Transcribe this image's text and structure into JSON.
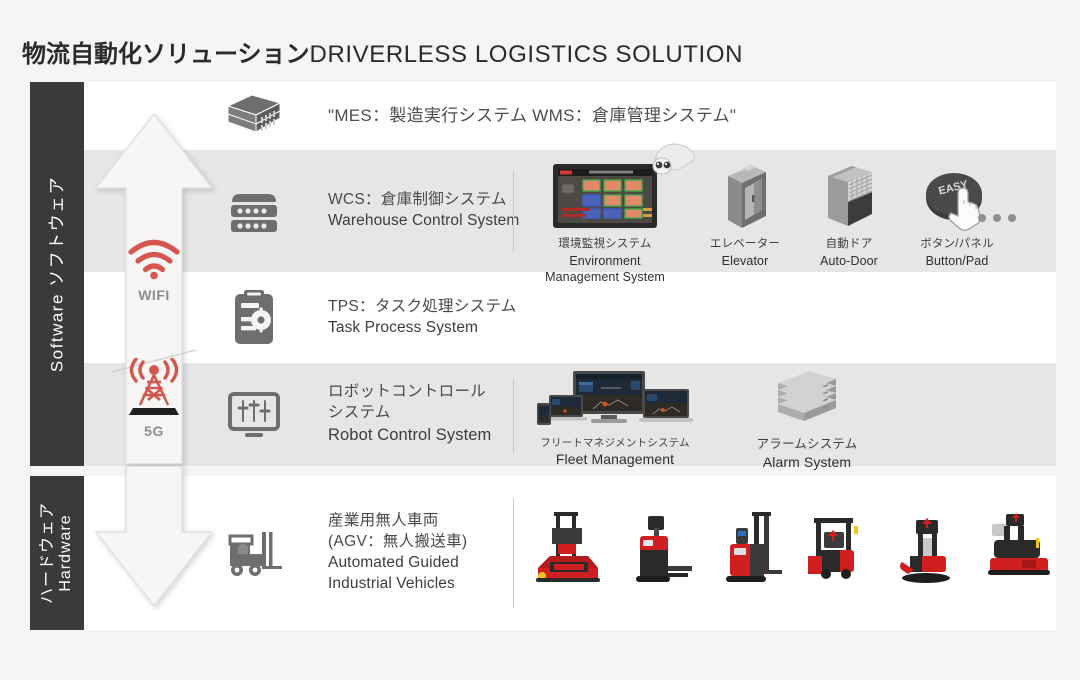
{
  "title": {
    "jp": "物流自動化ソリューション",
    "en": "DRIVERLESS LOGISTICS SOLUTION"
  },
  "rails": {
    "software": {
      "jp": "ソフトウェア",
      "en": "Software"
    },
    "hardware": {
      "jp": "ハードウェア",
      "en": "Hardware"
    }
  },
  "network": {
    "wifi_label": "WIFI",
    "fiveg_label": "5G",
    "wifi_icon": "wifi-icon",
    "fiveg_icon": "cell-tower-icon",
    "arrow_up_icon": "arrow-up-icon",
    "arrow_down_icon": "arrow-down-icon",
    "accent_color": "#d4564f"
  },
  "rows": [
    {
      "id": "mes-wms",
      "icon": "server-stack-icon",
      "label_jp": "\"MES：製造実行システム WMS：倉庫管理システム\"",
      "label_en": "",
      "band": "white"
    },
    {
      "id": "wcs",
      "icon": "rack-server-icon",
      "label_jp": "WCS：倉庫制御システム",
      "label_en": "Warehouse Control System",
      "band": "gray"
    },
    {
      "id": "tps",
      "icon": "clipboard-gear-icon",
      "label_jp": "TPS：タスク処理システム",
      "label_en": "Task Process System",
      "band": "white"
    },
    {
      "id": "rcs",
      "icon": "monitor-sliders-icon",
      "label_jp": "ロボットコントロール",
      "label_jp2": "システム",
      "label_en": "Robot Control System",
      "band": "gray"
    },
    {
      "id": "agv",
      "icon": "forklift-icon",
      "label_jp": "産業用無人車両",
      "label_jp2": "(AGV：無人搬送車)",
      "label_en": "Automated Guided",
      "label_en2": "Industrial Vehicles",
      "band": "white"
    }
  ],
  "wcs_tiles": [
    {
      "icon": "monitor-dashboard-icon",
      "jp": "環境監視システム",
      "en": "Environment",
      "en2": "Management System"
    },
    {
      "icon": "elevator-icon",
      "jp": "エレベーター",
      "en": "Elevator",
      "en2": ""
    },
    {
      "icon": "rolling-door-icon",
      "jp": "自動ドア",
      "en": "Auto-Door",
      "en2": ""
    },
    {
      "icon": "easy-button-icon",
      "jp": "ボタン/パネル",
      "en": "Button/Pad",
      "en2": ""
    }
  ],
  "wcs_more": "more-dots-icon",
  "rcs_tiles": [
    {
      "icon": "multi-device-icon",
      "jp": "フリートマネジメントシステム",
      "en": "Fleet Management",
      "en2": ""
    },
    {
      "icon": "stacked-alarm-icon",
      "jp": "アラームシステム",
      "en": "Alarm System",
      "en2": ""
    }
  ],
  "agv_vehicles": [
    {
      "icon": "agv-order-picker-icon"
    },
    {
      "icon": "agv-pallet-truck-icon"
    },
    {
      "icon": "agv-reach-stacker-icon"
    },
    {
      "icon": "agv-counterbalance-icon"
    },
    {
      "icon": "agv-straddle-stacker-icon"
    },
    {
      "icon": "agv-tow-tractor-icon"
    }
  ]
}
